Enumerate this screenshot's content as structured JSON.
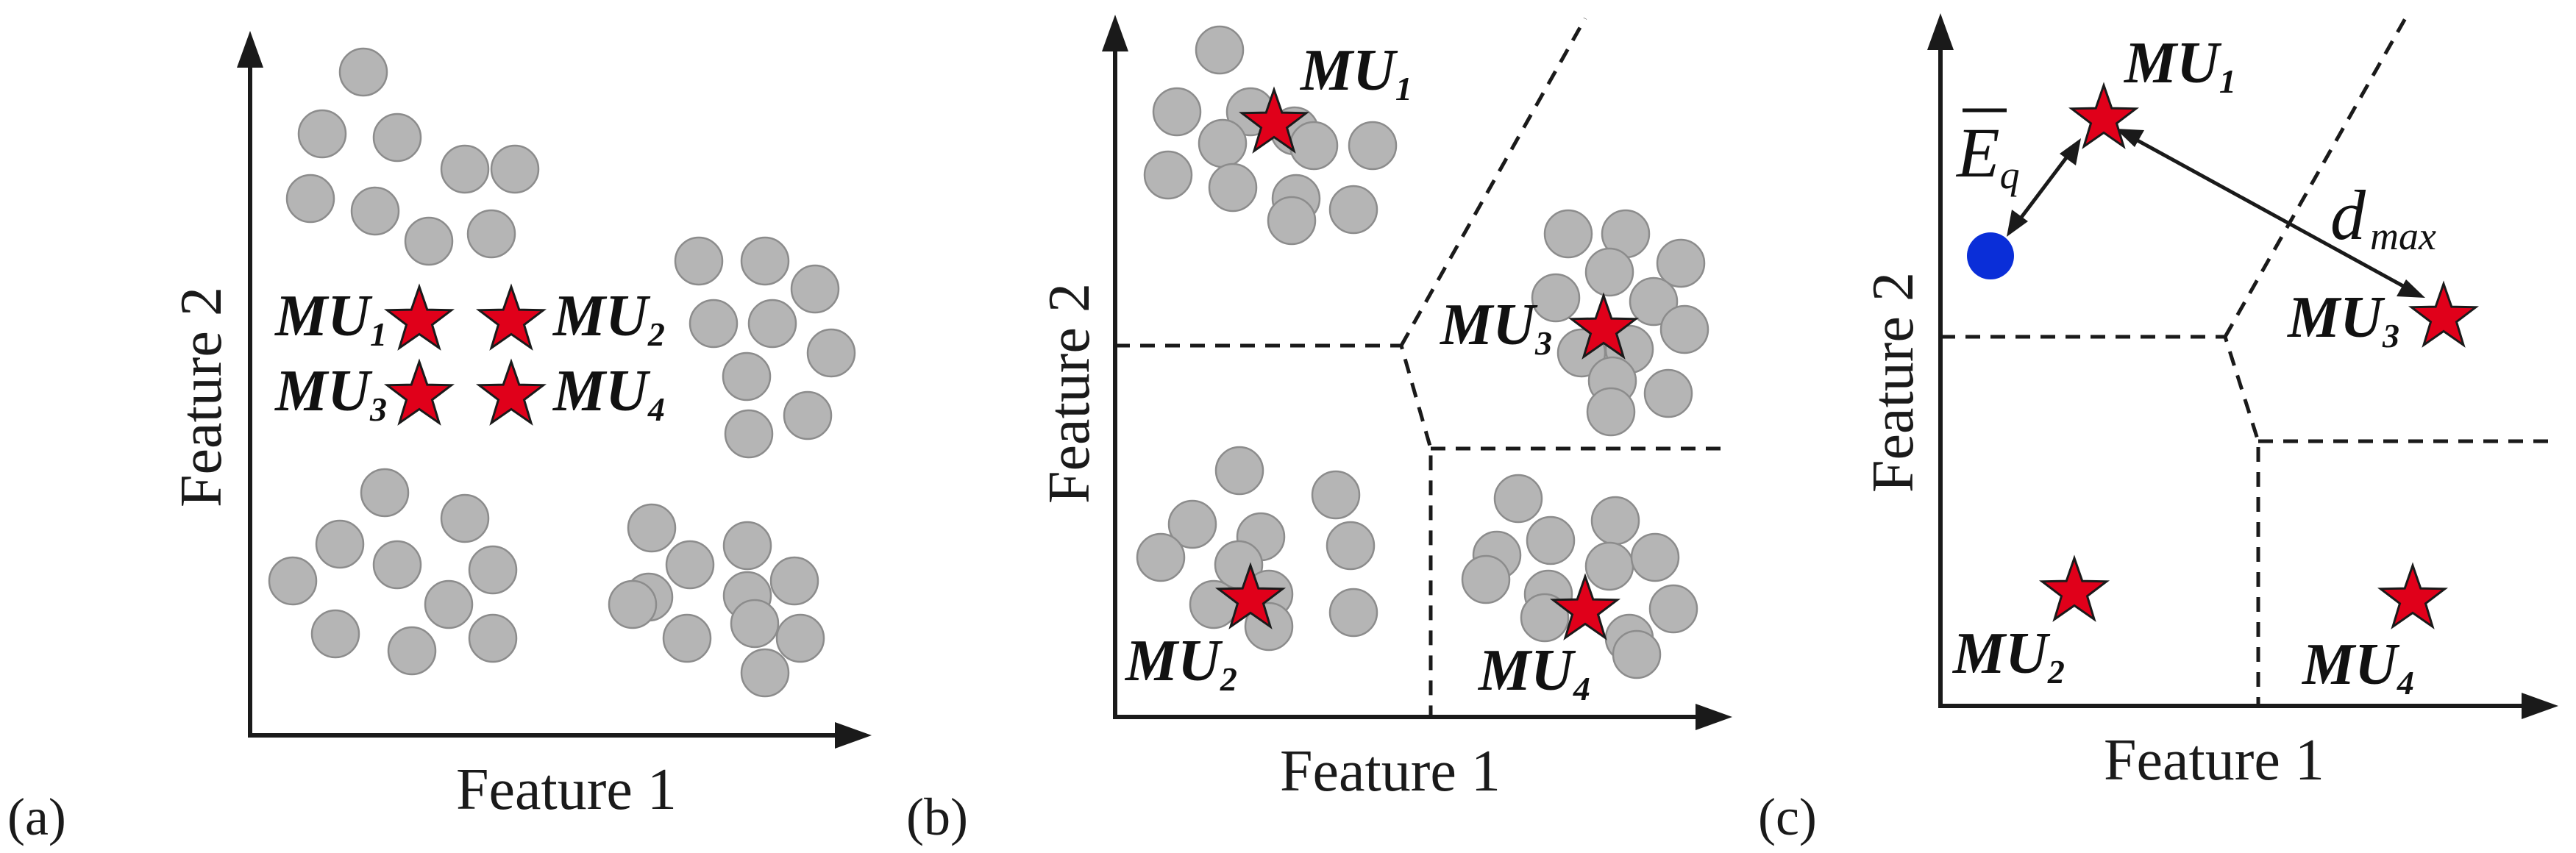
{
  "figure": {
    "panels": [
      {
        "id": "a",
        "panel_label": "(a)",
        "x_label": "Feature 1",
        "y_label": "Feature 2",
        "units": [
          {
            "name": "MU",
            "index": "1"
          },
          {
            "name": "MU",
            "index": "2"
          },
          {
            "name": "MU",
            "index": "3"
          },
          {
            "name": "MU",
            "index": "4"
          }
        ]
      },
      {
        "id": "b",
        "panel_label": "(b)",
        "x_label": "Feature 1",
        "y_label": "Feature 2",
        "units": [
          {
            "name": "MU",
            "index": "1"
          },
          {
            "name": "MU",
            "index": "2"
          },
          {
            "name": "MU",
            "index": "3"
          },
          {
            "name": "MU",
            "index": "4"
          }
        ]
      },
      {
        "id": "c",
        "panel_label": "(c)",
        "x_label": "Feature 1",
        "y_label": "Feature 2",
        "units": [
          {
            "name": "MU",
            "index": "1"
          },
          {
            "name": "MU",
            "index": "2"
          },
          {
            "name": "MU",
            "index": "3"
          },
          {
            "name": "MU",
            "index": "4"
          }
        ],
        "error_symbol": {
          "base": "E",
          "sub": "q"
        },
        "distance_symbol": {
          "base": "d",
          "sub": "max"
        }
      }
    ],
    "colors": {
      "data_point": "#b5b5b5",
      "unit_star": "#e0001a",
      "sample_point": "#0a2ed8",
      "ink": "#1a1a1a"
    },
    "icons": {
      "unit": "star-icon",
      "sample": "filled-circle-icon"
    }
  }
}
